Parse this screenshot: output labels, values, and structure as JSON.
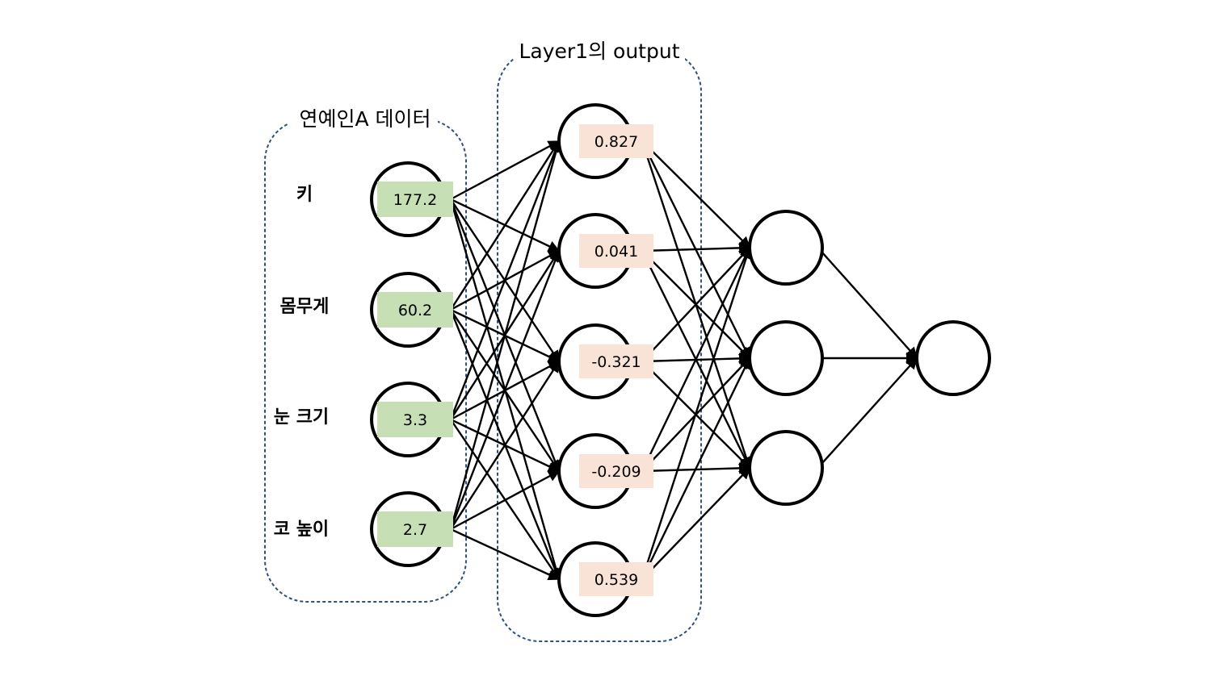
{
  "groups": {
    "input_title": "연예인A 데이터",
    "output_title": "Layer1의 output"
  },
  "colors": {
    "input_value_fill": "#c6dfb5",
    "output_value_fill": "#f8e3d6",
    "dashed_box_stroke": "#2f4f7f"
  },
  "input_nodes": [
    {
      "label": "키",
      "value": "177.2"
    },
    {
      "label": "몸무게",
      "value": "60.2"
    },
    {
      "label": "눈 크기",
      "value": "3.3"
    },
    {
      "label": "코 높이",
      "value": "2.7"
    }
  ],
  "hidden1_nodes": [
    {
      "value": "0.827"
    },
    {
      "value": "0.041"
    },
    {
      "value": "-0.321"
    },
    {
      "value": "-0.209"
    },
    {
      "value": "0.539"
    }
  ],
  "hidden2_nodes": [
    {},
    {},
    {}
  ],
  "output_nodes": [
    {}
  ]
}
